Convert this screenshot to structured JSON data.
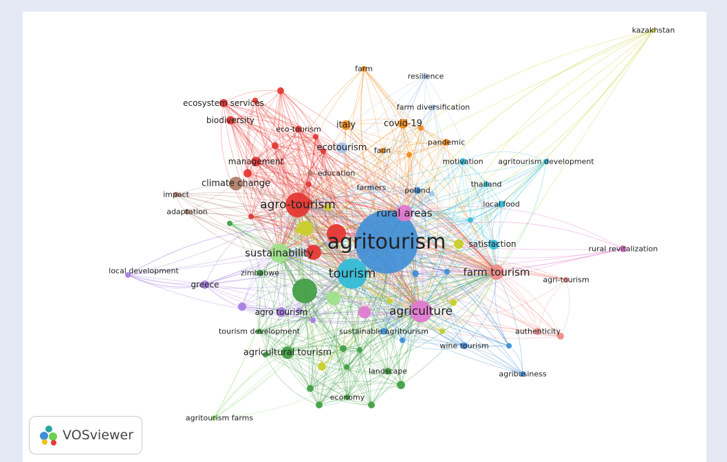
{
  "app": {
    "logo_text": "VOSviewer"
  },
  "clusters": {
    "red": "#e53935",
    "green": "#43a047",
    "blue": "#3f8fd8",
    "yellow": "#c8cf2a",
    "purple": "#a77ee0",
    "cyan": "#34bcd8",
    "orange": "#f08a1c",
    "brown": "#b07f6c",
    "pink": "#e27ad0",
    "lightgreen": "#9fe08a",
    "salmon": "#ef8c88",
    "lightblue": "#a8c4ea"
  },
  "nodes": [
    {
      "id": "agritourism",
      "label": "agritourism",
      "cluster": "blue"
    },
    {
      "id": "tourism",
      "label": "tourism",
      "cluster": "cyan"
    },
    {
      "id": "rural_areas",
      "label": "rural areas",
      "cluster": "pink"
    },
    {
      "id": "agriculture",
      "label": "agriculture",
      "cluster": "pink"
    },
    {
      "id": "agro_tourism",
      "label": "agro-tourism",
      "cluster": "red"
    },
    {
      "id": "sustainability",
      "label": "sustainability",
      "cluster": "lightgreen"
    },
    {
      "id": "farm_tourism",
      "label": "farm tourism",
      "cluster": "salmon"
    },
    {
      "id": "climate_change",
      "label": "climate change",
      "cluster": "brown"
    },
    {
      "id": "ecotourism",
      "label": "ecotourism",
      "cluster": "lightblue"
    },
    {
      "id": "italy",
      "label": "italy",
      "cluster": "orange"
    },
    {
      "id": "covid",
      "label": "covid-19",
      "cluster": "orange"
    },
    {
      "id": "management",
      "label": "management",
      "cluster": "red"
    },
    {
      "id": "agricultural_tourism",
      "label": "agricultural tourism",
      "cluster": "green"
    },
    {
      "id": "satisfaction",
      "label": "satisfaction",
      "cluster": "yellow"
    },
    {
      "id": "greece",
      "label": "greece",
      "cluster": "purple"
    },
    {
      "id": "agro_tourism2",
      "label": "agro tourism",
      "cluster": "purple"
    },
    {
      "id": "ecosystem_services",
      "label": "ecosystem services",
      "cluster": "red"
    },
    {
      "id": "biodiversity",
      "label": "biodiversity",
      "cluster": "red"
    },
    {
      "id": "eco_tourism",
      "label": "eco-tourism",
      "cluster": "red"
    },
    {
      "id": "farm",
      "label": "farm",
      "cluster": "orange"
    },
    {
      "id": "resilience",
      "label": "resilience",
      "cluster": "lightblue"
    },
    {
      "id": "farm_diversification",
      "label": "farm diversification",
      "cluster": "lightblue"
    },
    {
      "id": "pandemic",
      "label": "pandemic",
      "cluster": "orange"
    },
    {
      "id": "fadn",
      "label": "fadn",
      "cluster": "orange"
    },
    {
      "id": "motivation",
      "label": "motivation",
      "cluster": "cyan"
    },
    {
      "id": "agritourism_development",
      "label": "agritourism development",
      "cluster": "cyan"
    },
    {
      "id": "thailand",
      "label": "thailand",
      "cluster": "cyan"
    },
    {
      "id": "local_food",
      "label": "local food",
      "cluster": "cyan"
    },
    {
      "id": "education",
      "label": "education",
      "cluster": "brown"
    },
    {
      "id": "farmers",
      "label": "farmers",
      "cluster": "lightblue"
    },
    {
      "id": "poland",
      "label": "poland",
      "cluster": "blue"
    },
    {
      "id": "impact",
      "label": "impact",
      "cluster": "brown"
    },
    {
      "id": "adaptation",
      "label": "adaptation",
      "cluster": "brown"
    },
    {
      "id": "local_development",
      "label": "local development",
      "cluster": "purple"
    },
    {
      "id": "zimbabwe",
      "label": "zimbabwe",
      "cluster": "green"
    },
    {
      "id": "tourism_development",
      "label": "tourism development",
      "cluster": "green"
    },
    {
      "id": "sustainable_agritourism",
      "label": "sustainable agritourism",
      "cluster": "blue"
    },
    {
      "id": "wine_tourism",
      "label": "wine tourism",
      "cluster": "blue"
    },
    {
      "id": "authenticity",
      "label": "authenticity",
      "cluster": "salmon"
    },
    {
      "id": "agribusiness",
      "label": "agribusiness",
      "cluster": "blue"
    },
    {
      "id": "agri_tourism",
      "label": "agri-tourism",
      "cluster": "salmon"
    },
    {
      "id": "rural_revitalization",
      "label": "rural revitalization",
      "cluster": "pink"
    },
    {
      "id": "landscape",
      "label": "landscape",
      "cluster": "green"
    },
    {
      "id": "economy",
      "label": "economy",
      "cluster": "green"
    },
    {
      "id": "agritourism_farms",
      "label": "agritourism farms",
      "cluster": "lightgreen"
    },
    {
      "id": "kazakhstan",
      "label": "kazakhstan",
      "cluster": "yellow"
    }
  ]
}
